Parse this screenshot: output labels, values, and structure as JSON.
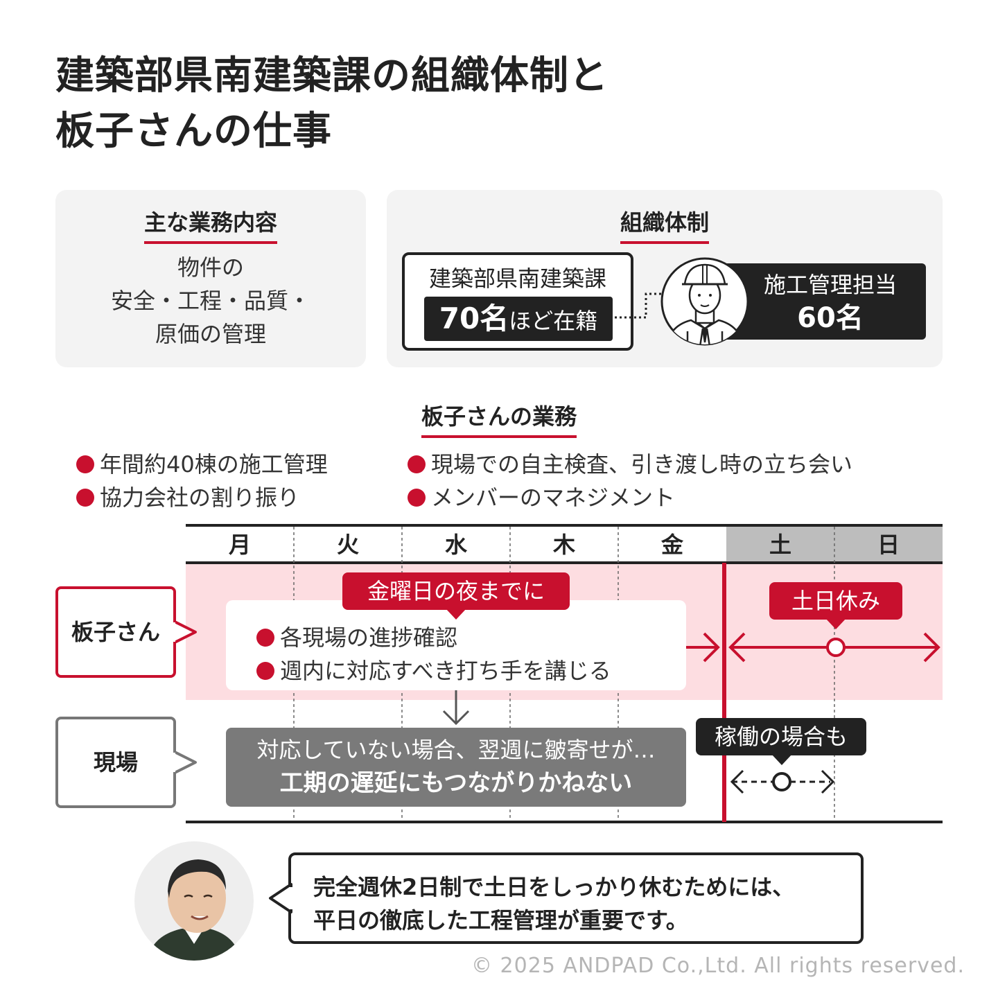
{
  "title": {
    "line1": "建築部県南建築課の組織体制と",
    "line2": "板子さんの仕事"
  },
  "duties": {
    "heading": "主な業務内容",
    "lines": [
      "物件の",
      "安全・工程・品質・",
      "原価の管理"
    ]
  },
  "organization": {
    "heading": "組織体制",
    "section_name": "建築部県南建築課",
    "members": "70名",
    "members_suffix": "ほど在籍",
    "role": "施工管理担当",
    "role_count": "60名",
    "worker_icon": "construction-worker-icon"
  },
  "tasks": {
    "heading": "板子さんの業務",
    "items": [
      "年間約40棟の施工管理",
      "現場での自主検査、引き渡し時の立ち会い",
      "協力会社の割り振り",
      "メンバーのマネジメント"
    ]
  },
  "schedule": {
    "days": [
      "月",
      "火",
      "水",
      "木",
      "金",
      "土",
      "日"
    ],
    "rows": {
      "itako": "板子さん",
      "site": "現場"
    },
    "deadline_tag": "金曜日の夜までに",
    "weekday_tasks": [
      "各現場の進捗確認",
      "週内に対応すべき打ち手を講じる"
    ],
    "weekend_tag": "土日休み",
    "site_warning_line1": "対応していない場合、翌週に皺寄せが…",
    "site_warning_line2": "工期の遅延にもつながりかねない",
    "site_weekend_tag": "稼働の場合も"
  },
  "quote": {
    "line1": "完全週休2日制で土日をしっかり休むためには、",
    "line2": "平日の徹底した工程管理が重要です。",
    "avatar": "person-photo-avatar"
  },
  "copyright": "© 2025 ANDPAD Co.,Ltd. All rights reserved.",
  "colors": {
    "accent": "#c8102e",
    "pink_band": "#fddde1",
    "weekend_header": "#bdbdbd",
    "dark": "#222222",
    "panel": "#f3f3f3",
    "gray_box": "#7a7a7a"
  }
}
